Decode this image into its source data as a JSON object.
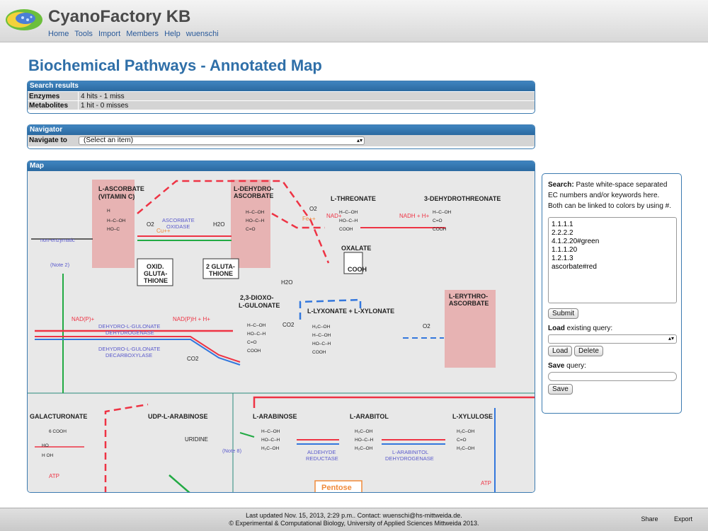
{
  "header": {
    "app_title": "CyanoFactory KB",
    "nav": [
      "Home",
      "Tools",
      "Import",
      "Members",
      "Help",
      "wuenschi"
    ]
  },
  "page_title": "Biochemical Pathways - Annotated Map",
  "search_results": {
    "title": "Search results",
    "rows": [
      {
        "key": "Enzymes",
        "value": "4 hits - 1 miss"
      },
      {
        "key": "Metabolites",
        "value": "1 hit - 0 misses"
      }
    ]
  },
  "navigator": {
    "title": "Navigator",
    "label": "Navigate to",
    "selected": "(Select an item)"
  },
  "map": {
    "title": "Map",
    "labels": {
      "ascorbate": "L-ASCORBATE",
      "vitamin_c": "(VITAMIN C)",
      "dehydroascorbate1": "L-DEHYDRO-",
      "dehydroascorbate2": "ASCORBATE",
      "threonate": "L-THREONATE",
      "dehydrothreonate": "3-DEHYDROTHREONATE",
      "oxalate": "OXALATE",
      "oxid_glut1": "OXID.",
      "oxid_glut2": "GLUTA-",
      "oxid_glut3": "THIONE",
      "glut2_1": "2 GLUTA-",
      "glut2_2": "THIONE",
      "ascorbate_oxidase1": "ASCORBATE",
      "ascorbate_oxidase2": "OXIDASE",
      "dioxo1": "2,3-DIOXO-",
      "dioxo2": "L-GULONATE",
      "lyxonate": "L-LYXONATE + L-XYLONATE",
      "erythro1": "L-ERYTHRO-",
      "erythro2": "ASCORBATE",
      "gulonate_dh1": "DEHYDRO-L-GULONATE",
      "gulonate_dh2": "DEHYDROGENASE",
      "gulonate_dc1": "DEHYDRO-L-GULONATE",
      "gulonate_dc2": "DECARBOXYLASE",
      "nadp": "NAD(P)+",
      "nadph": "NAD(P)H + H+",
      "galacturonate": "GALACTURONATE",
      "udp_arabinose": "UDP-L-ARABINOSE",
      "arabinose": "L-ARABINOSE",
      "arabitol": "L-ARABITOL",
      "xylulose": "L-XYLULOSE",
      "aldehyde_reductase1": "ALDEHYDE",
      "aldehyde_reductase2": "REDUCTASE",
      "arabinitol_dh1": "L-ARABINITOL",
      "arabinitol_dh2": "DEHYDROGENASE",
      "pentose": "Pentose",
      "note2": "(Note 2)",
      "note8": "(Note 8)",
      "non_enzymatic": "non-enzymatic",
      "uridine": "URIDINE",
      "atp": "ATP",
      "cooh": "COOH",
      "co2": "CO2",
      "h2o": "H2O",
      "o2": "O2",
      "fe": "Fe++",
      "cu": "Cu++",
      "nad": "NAD+",
      "nadh": "NADH + H+"
    }
  },
  "side_panel": {
    "help_bold": "Search:",
    "help_text": " Paste white-space separated EC numbers and/or keywords here. Both can be linked to colors by using #.",
    "query": "1.1.1.1\n2.2.2.2\n4.1.2.20#green\n1.1.1.20\n1.2.1.3\nascorbate#red",
    "submit": "Submit",
    "load_label_bold": "Load",
    "load_label_rest": " existing query:",
    "load_button": "Load",
    "delete_button": "Delete",
    "save_label_bold": "Save",
    "save_label_rest": " query:",
    "save_button": "Save"
  },
  "footer": {
    "line1": "Last updated Nov. 15, 2013, 2:29 p.m.. Contact: wuenschi@hs-mittweida.de.",
    "line2": "© Experimental & Computational Biology, University of Applied Sciences Mittweida 2013.",
    "share": "Share",
    "export": "Export"
  },
  "colors": {
    "accent": "#2f6fa8",
    "panel_head": "#3276b1",
    "map_bg": "#e8e8e8",
    "highlight": "#e7b3b3",
    "path_red": "#ee3344",
    "path_blue": "#3377dd",
    "path_green": "#22aa44"
  }
}
